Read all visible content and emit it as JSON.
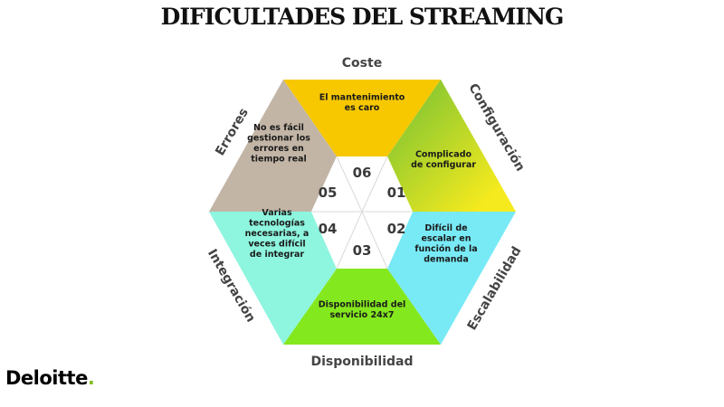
{
  "title": "DIFICULTADES DEL STREAMING",
  "brand": {
    "name": "Deloitte",
    "dot": ".",
    "dot_color": "#86bc25"
  },
  "segments": [
    {
      "number": "01",
      "category": "Configuración",
      "text": [
        "Complicado",
        "de configurar"
      ],
      "color_outer": "#f5ea1e",
      "color_inner": "#6fbf36"
    },
    {
      "number": "02",
      "category": "Escalabilidad",
      "text": [
        "Difícil de",
        "escalar en",
        "función de la",
        "demanda"
      ],
      "color": "#78eaf6"
    },
    {
      "number": "03",
      "category": "Disponibilidad",
      "text": [
        "Disponibilidad del",
        "servicio 24x7"
      ],
      "color": "#84e81e"
    },
    {
      "number": "04",
      "category": "Integración",
      "text": [
        "Varias",
        "tecnologías",
        "necesarias, a",
        "veces difícil",
        "de integrar"
      ],
      "color": "#8ef5de"
    },
    {
      "number": "05",
      "category": "Errores",
      "text": [
        "No es fácil",
        "gestionar los",
        "errores en",
        "tiempo real"
      ],
      "color": "#c2b5a6"
    },
    {
      "number": "06",
      "category": "Coste",
      "text": [
        "El mantenimiento",
        "es caro"
      ],
      "color": "#f7c800"
    }
  ]
}
